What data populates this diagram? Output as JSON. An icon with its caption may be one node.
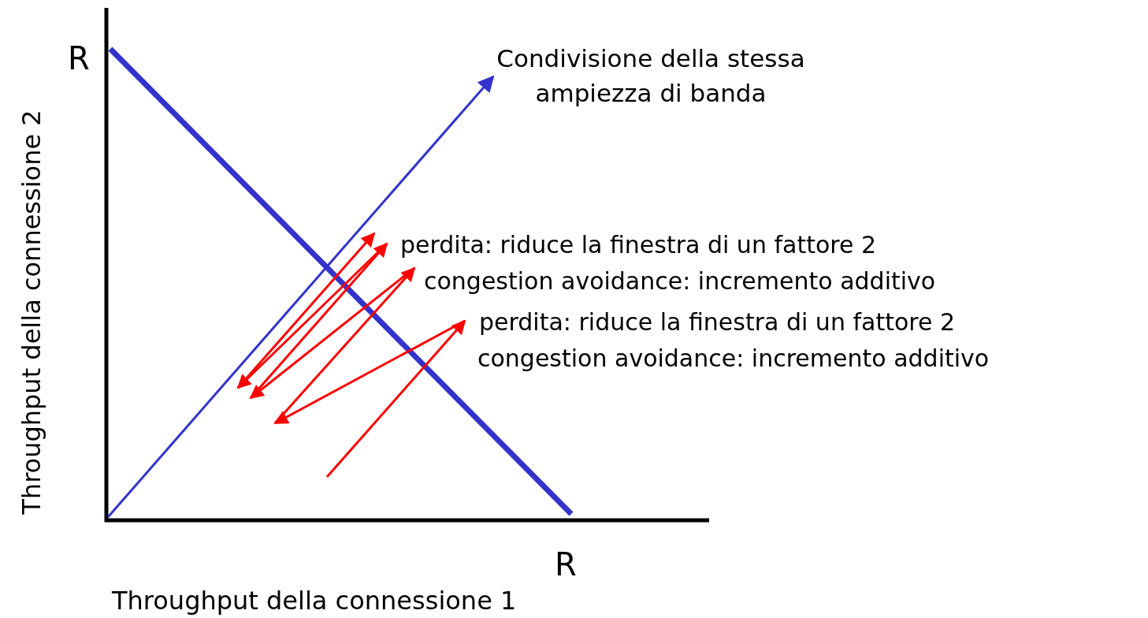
{
  "diagram": {
    "labels": [
      "R",
      "Condivisione della stessa ampiezza di banda",
      "perdita: riduce la finestra di un fattore 2",
      "congestion avoidance: incremento additivo",
      "perdita: riduce la finestra di un fattore 2",
      "congestion avoidance: incremento additivo",
      "R",
      "Throughput della connessione 1",
      "Throughput della connessione 2"
    ]
  }
}
